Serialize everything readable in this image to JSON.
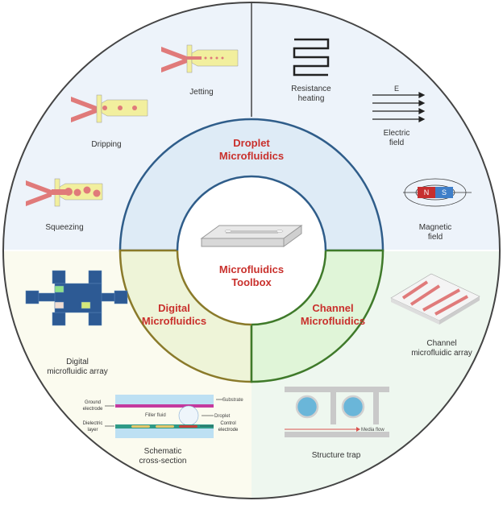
{
  "center": {
    "title": "Microfluidics\nToolbox"
  },
  "sections": {
    "droplet": {
      "title": "Droplet\nMicrofluidics",
      "color": "#2f5d8a"
    },
    "digital": {
      "title": "Digital\nMicrofluidics",
      "color": "#8a7a2a"
    },
    "channel": {
      "title": "Channel\nMicrofluidics",
      "color": "#3f7a2a"
    }
  },
  "droplet_regimes": {
    "jetting": "Jetting",
    "dripping": "Dripping",
    "squeezing": "Squeezing"
  },
  "actuation": {
    "resistance": "Resistance\nheating",
    "electric": "Electric\nfield",
    "electric_symbol": "E",
    "magnetic": "Magnetic\nfield",
    "north": "N",
    "south": "S"
  },
  "digital": {
    "array_label": "Digital\nmicrofluidic array",
    "cross_section_label": "Schematic\ncross-section",
    "parts": {
      "substrate": "Substrate",
      "ground_electrode": "Ground\nelectrode",
      "filler_fluid": "Filler fluid",
      "droplet": "Droplet",
      "dielectric": "Dielectric\nlayer",
      "control_electrode": "Control\nelectrode"
    }
  },
  "channel": {
    "array_label": "Channel\nmicrofluidic array",
    "trap_label": "Structure trap",
    "media_flow": "Media flow"
  },
  "colors": {
    "title_red": "#c9302c",
    "droplet_bg": "#edf3fa",
    "digital_bg": "#fbfbef",
    "channel_bg": "#eef7ef",
    "droplet_ring": "#deebf6",
    "digital_ring": "#eef4d8",
    "channel_ring": "#e0f5d8"
  }
}
